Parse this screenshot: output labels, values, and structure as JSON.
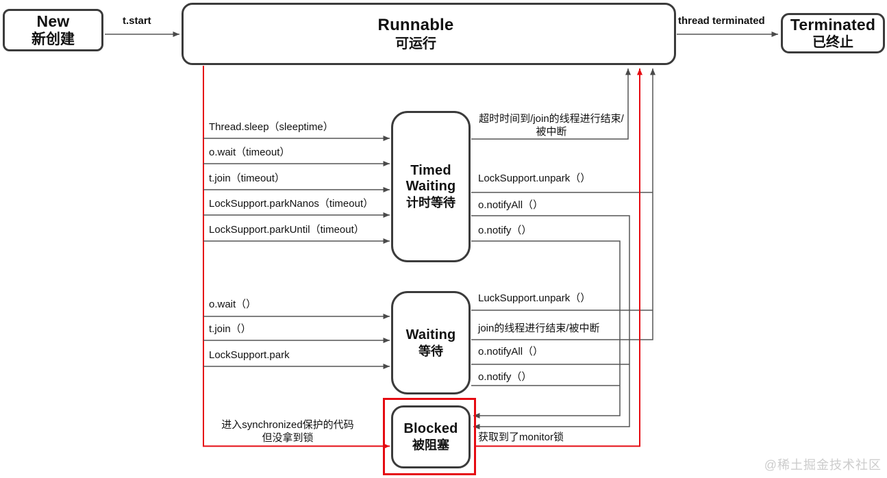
{
  "nodes": {
    "new": {
      "en": "New",
      "zh": "新创建"
    },
    "runnable": {
      "en": "Runnable",
      "zh": "可运行"
    },
    "terminated": {
      "en": "Terminated",
      "zh": "已终止"
    },
    "timed_waiting": {
      "en_line1": "Timed",
      "en_line2": "Waiting",
      "zh": "计时等待"
    },
    "waiting": {
      "en": "Waiting",
      "zh": "等待"
    },
    "blocked": {
      "en": "Blocked",
      "zh": "被阻塞"
    }
  },
  "edges": {
    "t_start": "t.start",
    "thread_terminated": "thread terminated",
    "to_timed": [
      "Thread.sleep（sleeptime）",
      "o.wait（timeout）",
      "t.join（timeout）",
      "LockSupport.parkNanos（timeout）",
      "LockSupport.parkUntil（timeout）"
    ],
    "to_waiting": [
      "o.wait（）",
      "t.join（）",
      "LockSupport.park"
    ],
    "to_blocked_line1": "进入synchronized保护的代码",
    "to_blocked_line2": "但没拿到锁",
    "timed_timeout_line1": "超时时间到/join的线程进行结束/",
    "timed_timeout_line2": "被中断",
    "timed_unpark": "LockSupport.unpark（）",
    "timed_notify_all": "o.notifyAll（）",
    "timed_notify": "o.notify（）",
    "waiting_unpark": "LuckSupport.unpark（）",
    "waiting_join_end": "join的线程进行结束/被中断",
    "waiting_notify_all": "o.notifyAll（）",
    "waiting_notify": "o.notify（）",
    "blocked_to_runnable": "获取到了monitor锁"
  },
  "colors": {
    "line_gray": "#555555",
    "line_red": "#e50b12",
    "border_dark": "#3b3b3b"
  },
  "watermark": "@稀土掘金技术社区"
}
